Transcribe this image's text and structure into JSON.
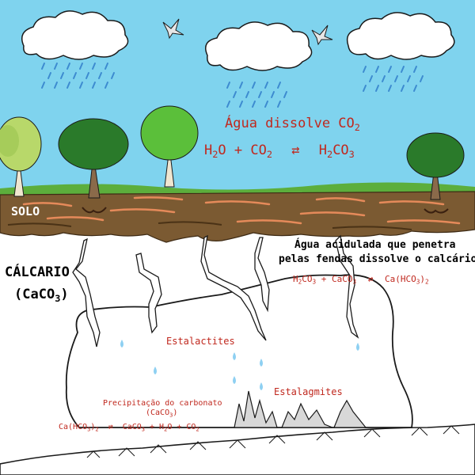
{
  "labels": {
    "water_dissolves": "Água dissolve CO",
    "water_dissolves_sub": "2",
    "eq1_h": "H",
    "eq1_h_sub": "2",
    "eq1_o_plus_co": "O + CO",
    "eq1_co_sub": "2",
    "eq1_arrow": "⇄",
    "eq1_rh": "H",
    "eq1_rh_sub": "2",
    "eq1_rco": "CO",
    "eq1_rco_sub": "3",
    "solo": "SOLO",
    "calcario": "CÁLCARIO",
    "caco3_open": "(CaCO",
    "caco3_sub": "3",
    "caco3_close": ")",
    "acid_water_line1": "Água acidulada que penetra",
    "acid_water_line2": "pelas fendas dissolve o calcário",
    "eq2_h": "H",
    "eq2_h_sub": "2",
    "eq2_co": "CO",
    "eq2_co_sub": "3",
    "eq2_plus": " + CaCO",
    "eq2_caco_sub": "3",
    "eq2_arrow": "⇄",
    "eq2_ca": "Ca(HCO",
    "eq2_ca_sub1": "3",
    "eq2_ca_close": ")",
    "eq2_ca_sub2": "2",
    "estalactites": "Estalactites",
    "estalagmites": "Estalagmites",
    "precip_line1": "Precipitação do carbonato",
    "precip_line2_open": "(CaCO",
    "precip_line2_sub": "3",
    "precip_line2_close": ")",
    "eq3_ca": "Ca(HCO",
    "eq3_ca_sub1": "3",
    "eq3_ca_close": ")",
    "eq3_ca_sub2": "2",
    "eq3_arrow": "⇄",
    "eq3_caco": "CaCO",
    "eq3_caco_sub": "3",
    "eq3_plus_h": " + H",
    "eq3_h_sub": "2",
    "eq3_o_plus_co": "O + CO",
    "eq3_co_sub": "2"
  },
  "colors": {
    "sky": "#7fd3ee",
    "cloud": "#ffffff",
    "rain": "#3d8bd0",
    "soil": "#7b5a32",
    "soil_dark": "#5a3f20",
    "soil_light": "#e58a5a",
    "grass": "#5cae3c",
    "limestone": "#ffffff",
    "outline": "#1a1a1a",
    "drop": "#8ed0f2",
    "label_red": "#c0281e"
  },
  "icons": [
    "cloud-icon",
    "rain-icon",
    "bird-icon",
    "tree-icon",
    "stalactite-icon",
    "stalagmite-icon",
    "water-drop-icon"
  ]
}
